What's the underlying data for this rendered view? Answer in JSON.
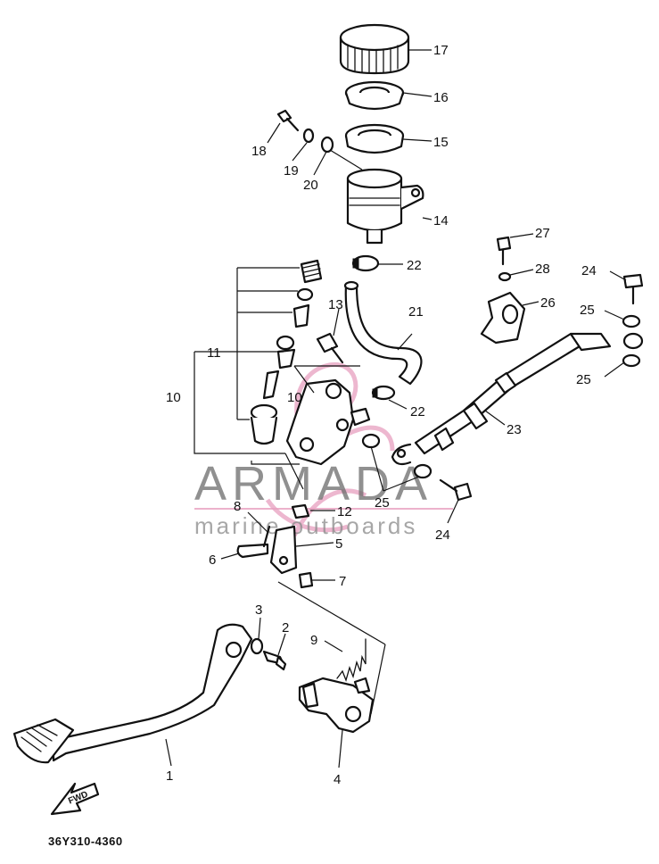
{
  "diagram": {
    "drawing_code": "36Y310-4360",
    "direction_arrow_label": "FWD",
    "watermark": {
      "brand": "ARMADA",
      "tagline": "marine outboards",
      "accent_color": "#e8a0c0",
      "text_color": "#6c6c6c"
    },
    "callouts": {
      "c1": "1",
      "c2": "2",
      "c3": "3",
      "c4": "4",
      "c5": "5",
      "c6": "6",
      "c7": "7",
      "c8": "8",
      "c9": "9",
      "c10a": "10",
      "c10b": "10",
      "c11": "11",
      "c12": "12",
      "c13": "13",
      "c14": "14",
      "c15": "15",
      "c16": "16",
      "c17": "17",
      "c18": "18",
      "c19": "19",
      "c20": "20",
      "c21": "21",
      "c22a": "22",
      "c22b": "22",
      "c23": "23",
      "c24a": "24",
      "c24b": "24",
      "c25a": "25",
      "c25b": "25",
      "c25c": "25",
      "c26": "26",
      "c27": "27",
      "c28": "28"
    }
  }
}
